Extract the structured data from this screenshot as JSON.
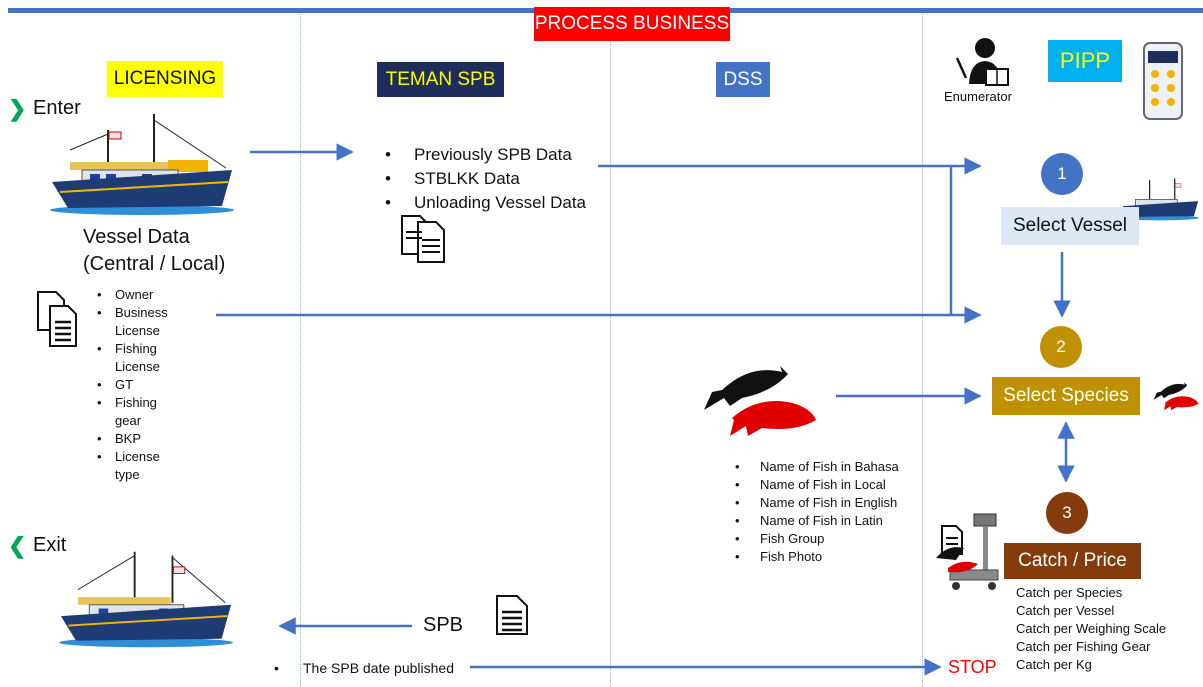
{
  "header": {
    "title": "PROCESS BUSINESS"
  },
  "lanes": {
    "licensing": "LICENSING",
    "teman_spb": "TEMAN SPB",
    "dss": "DSS",
    "pipp": "PIPP"
  },
  "enumerator": "Enumerator",
  "enter_label": "Enter",
  "exit_label": "Exit",
  "vessel_data": {
    "line1": "Vessel Data",
    "line2": "(Central / Local)"
  },
  "vessel_fields": [
    "Owner",
    "Business License",
    "Fishing License",
    "GT",
    "Fishing gear",
    "BKP",
    "License type"
  ],
  "teman_spb_items": [
    "Previously SPB Data",
    "STBLKK Data",
    "Unloading Vessel Data"
  ],
  "fish_fields": [
    "Name of Fish in Bahasa",
    "Name of Fish in Local",
    "Name of Fish in English",
    "Name of Fish in Latin",
    "Fish Group",
    "Fish Photo"
  ],
  "steps": [
    {
      "number": "1",
      "label": "Select Vessel",
      "color": "#4472c4",
      "label_bg": "#dde8f5",
      "label_color": "#111111"
    },
    {
      "number": "2",
      "label": "Select Species",
      "color": "#bf9000",
      "label_bg": "#bf9000",
      "label_color": "#ffffff"
    },
    {
      "number": "3",
      "label": "Catch / Price",
      "color": "#843c0c",
      "label_bg": "#843c0c",
      "label_color": "#ffffff"
    }
  ],
  "catch_items": [
    "Catch per Species",
    "Catch per Vessel",
    "Catch per Weighing Scale",
    "Catch per Fishing Gear",
    "Catch per Kg"
  ],
  "spb_label": "SPB",
  "spb_date_item": "The SPB date published",
  "stop_label": "STOP",
  "colors": {
    "arrow": "#4472c4",
    "header_bg": "#ff0000",
    "licensing_bg": "#ffff00",
    "teman_bg": "#1f2d5c",
    "teman_text": "#ffff00",
    "dss_bg": "#4472c4",
    "pipp_bg": "#00b0f0",
    "pipp_text": "#ffff00",
    "stop": "#ff0000",
    "enter_chevron": "#00a651"
  }
}
